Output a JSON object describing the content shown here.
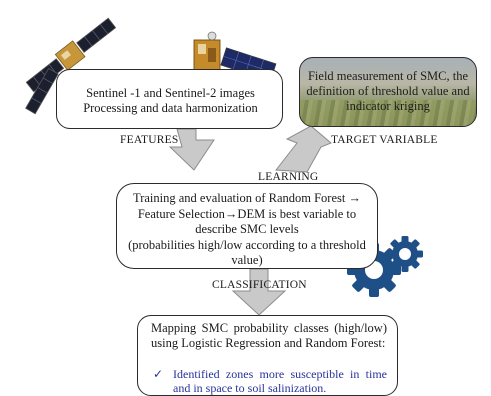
{
  "top_left_box": {
    "line1": "Sentinel -1 and Sentinel-2 images",
    "line2": "Processing and data harmonization"
  },
  "top_right_box": {
    "line1": "Field measurement of SMC, the",
    "line2": "definition of threshold value and",
    "line3": "indicator kriging"
  },
  "labels": {
    "features": "FEATURES",
    "target_variable": "TARGET VARIABLE",
    "learning": "LEARNING",
    "classification": "CLASSIFICATION"
  },
  "learning_box": {
    "line1": "Training and evaluation of Random Forest →",
    "line2": "Feature Selection→DEM is best variable to",
    "line3": "describe SMC levels",
    "line4": "(probabilities high/low according to a threshold",
    "line5": "value)"
  },
  "classification_box": {
    "text": "Mapping SMC probability classes (high/low) using Logistic Regression and Random Forest:",
    "bullet_mark": "✓",
    "bullet": "Identified zones more susceptible in time and in space to soil salinization."
  },
  "icons": [
    "satellite-icon",
    "satellite-icon",
    "gears-icon",
    "arrow-icon"
  ],
  "colors": {
    "bullet_text": "#27339b",
    "gear": "#1e4f86",
    "arrow": "#c8c8c8"
  }
}
